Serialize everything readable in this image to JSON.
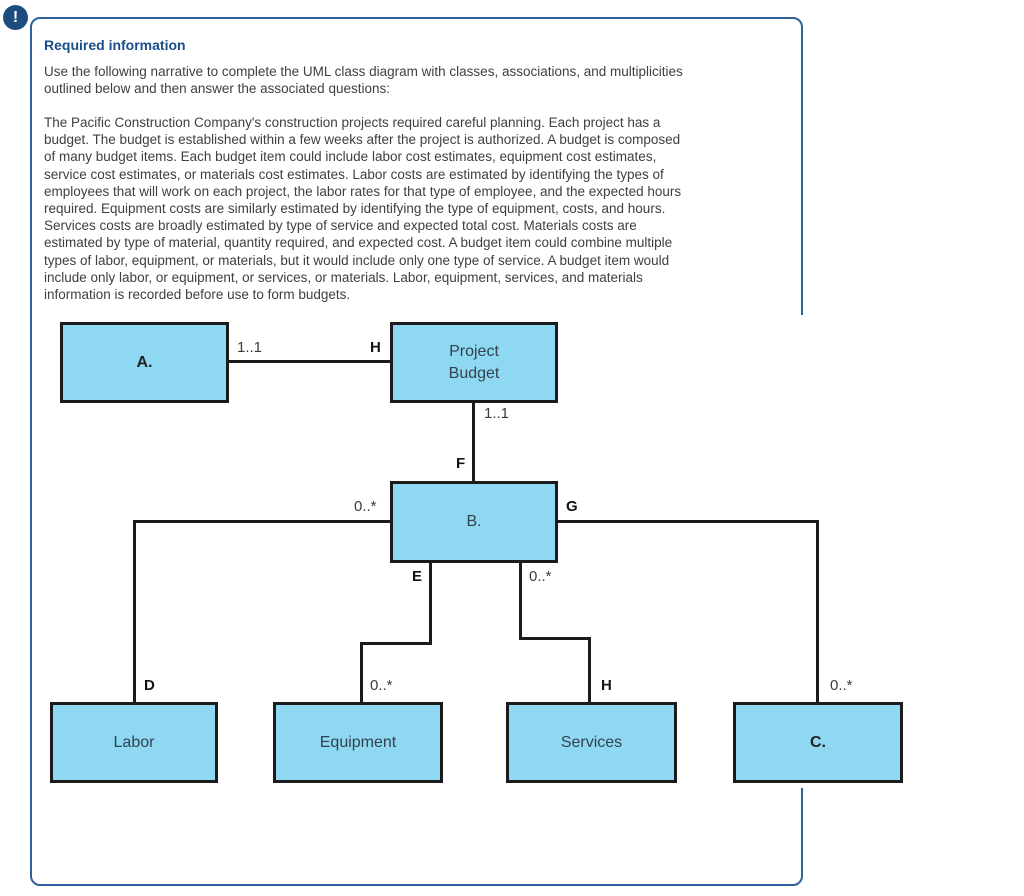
{
  "panel": {
    "icon_glyph": "!",
    "title": "Required information",
    "intro": "Use the following narrative to complete the UML class diagram with classes, associations, and multiplicities\noutlined below and then answer the associated questions:",
    "narrative": "The Pacific Construction Company's construction projects required careful planning. Each project has a\nbudget. The budget is established within a few weeks after the project is authorized. A budget is composed\nof many budget items. Each budget item could include labor cost estimates, equipment cost estimates,\nservice cost estimates, or materials cost estimates. Labor costs are estimated by identifying the types of\nemployees that will work on each project, the labor rates for that type of employee, and the expected hours\nrequired. Equipment costs are similarly estimated by identifying the type of equipment, costs, and hours.\nServices costs are broadly estimated by type of service and expected total cost. Materials costs are\nestimated by type of material, quantity required, and expected cost. A budget item could combine multiple\ntypes of labor, equipment, or materials, but it would include only one type of service. A budget item would\ninclude only labor, or equipment, or services, or materials. Labor, equipment, services, and materials\ninformation is recorded before use to form budgets."
  },
  "diagram": {
    "boxes": {
      "a": "A.",
      "project_budget": "Project\nBudget",
      "b": "B.",
      "labor": "Labor",
      "equipment": "Equipment",
      "services": "Services",
      "c": "C."
    },
    "labels": {
      "a_pb_multiplicity": "1..1",
      "pb_left_letter": "H",
      "pb_b_multiplicity": "1..1",
      "b_top_letter": "F",
      "b_left_multiplicity": "0..*",
      "b_right_letter": "G",
      "b_bottom_left_letter": "E",
      "b_bottom_right_multiplicity": "0..*",
      "labor_letter": "D",
      "equipment_multiplicity": "0..*",
      "services_letter": "H",
      "c_multiplicity": "0..*"
    }
  },
  "colors": {
    "class_box_fill": "#8ed8f2",
    "class_box_border": "#1b1b1b",
    "panel_border": "#2f619e",
    "alert_badge_bg": "#1d4d7c",
    "title_text": "#1a4e8a",
    "body_text": "#3f3f3f"
  }
}
